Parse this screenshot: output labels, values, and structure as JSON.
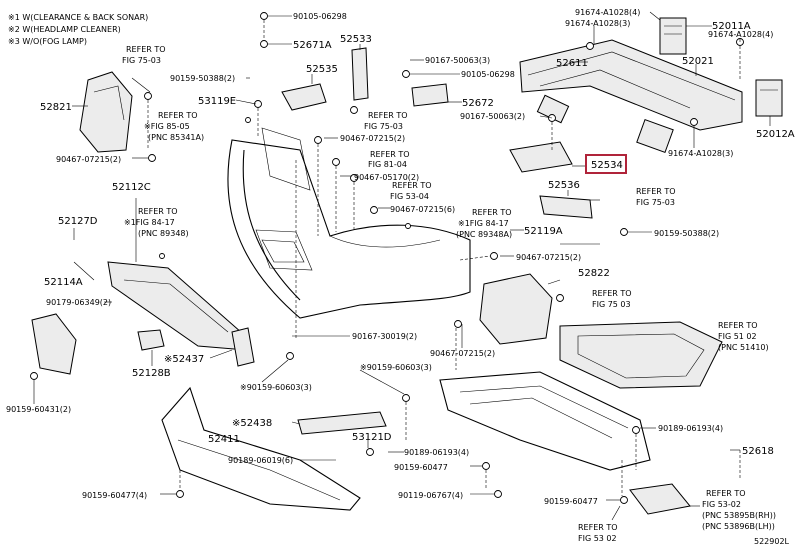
{
  "notes": [
    "※1 W(CLEARANCE & BACK SONAR)",
    "※2 W(HEADLAMP CLEANER)",
    "※3 W/O(FOG LAMP)"
  ],
  "labels": {
    "p90105_06298_a": "90105-06298",
    "p52671A": "52671A",
    "p52533": "52533",
    "p90167_50063_a": "90167-50063(3)",
    "p90105_06298_b": "90105-06298",
    "p91674_A1028_4a": "91674-A1028(4)",
    "p91674_A1028_3a": "91674-A1028(3)",
    "p52011A": "52011A",
    "p91674_A1028_4b": "91674-A1028(4)",
    "p52611": "52611",
    "p52021": "52021",
    "p52012A": "52012A",
    "p91674_A1028_3b": "91674-A1028(3)",
    "p52821": "52821",
    "p90159_50388_2": "90159-50388(2)",
    "p52535": "52535",
    "p53119E": "53119E",
    "p90467_07215_2a": "90467-07215(2)",
    "p52672": "52672",
    "p90167_50063_b": "90167-50063(2)",
    "p52534": "52534",
    "p90467_07215_2b": "90467-07215(2)",
    "p90467_05170_2": "90467-05170(2)",
    "p52536": "52536",
    "p52112C": "52112C",
    "p52127D": "52127D",
    "p90467_07215_6": "90467-07215(6)",
    "p52119A": "52119A",
    "p90159_50388_2b": "90159-50388(2)",
    "p90467_07215_2c": "90467-07215(2)",
    "p52114A": "52114A",
    "p52822": "52822",
    "p90179_06349_2": "90179-06349(2)",
    "p90167_30019_2": "90167-30019(2)",
    "p90467_07215_2d": "90467-07215(2)",
    "p52437": "※52437",
    "p52128B": "52128B",
    "p90159_60603_3a": "※90159-60603(3)",
    "p90159_60603_3b": "※90159-60603(3)",
    "p90159_60431_2": "90159-60431(2)",
    "p52438": "※52438",
    "p52411": "52411",
    "p53121D": "53121D",
    "p90189_06193_4a": "90189-06193(4)",
    "p90189_06193_4b": "90189-06193(4)",
    "p90189_06019_6": "90189-06019(6)",
    "p90159_60477_a": "90159-60477",
    "p52618": "52618",
    "p90159_60477_4": "90159-60477(4)",
    "p90119_06767_4": "90119-06767(4)",
    "p90159_60477_b": "90159-60477"
  },
  "refs": {
    "r1": [
      "REFER TO",
      "FIG 75-03"
    ],
    "r2": [
      "REFER TO",
      "※FIG 85-05",
      "(PNC 85341A)"
    ],
    "r3": [
      "REFER TO",
      "FIG 75-03"
    ],
    "r4": [
      "REFER TO",
      "FIG 81-04"
    ],
    "r5": [
      "REFER TO",
      "FIG 53-04"
    ],
    "r6": [
      "REFER TO",
      "※1FIG 84-17",
      "(PNC 89348)"
    ],
    "r7": [
      "REFER TO",
      "※1FIG 84-17",
      "(PNC 89348A)"
    ],
    "r8": [
      "REFER TO",
      "FIG 75-03"
    ],
    "r9": [
      "REFER TO",
      "FIG 75 03"
    ],
    "r10": [
      "REFER TO",
      "FIG 51 02",
      "(PNC 51410)"
    ],
    "r11": [
      "REFER TO",
      "FIG 53-02",
      "(PNC 53895B(RH))",
      "(PNC 53896B(LH))"
    ],
    "r12": [
      "REFER TO",
      "FIG 53 02"
    ]
  },
  "highlight": {
    "part": "52534",
    "color": "#b0243a"
  },
  "diagram_code": "522902L"
}
